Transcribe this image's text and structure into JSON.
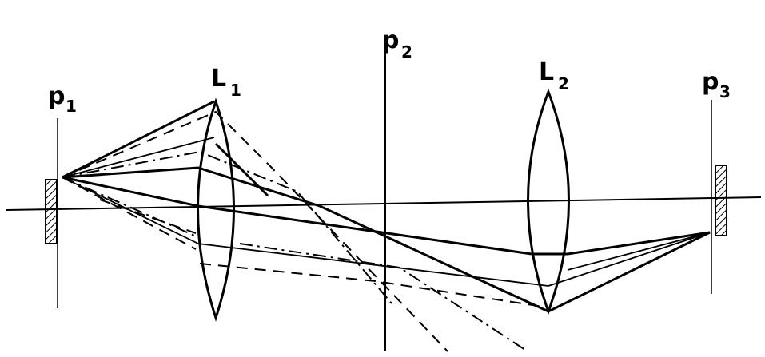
{
  "labels": {
    "p1": {
      "main": "p",
      "sub": "1"
    },
    "p2": {
      "main": "p",
      "sub": "2"
    },
    "p3": {
      "main": "p",
      "sub": "3"
    },
    "l1": {
      "main": "L",
      "sub": "1"
    },
    "l2": {
      "main": "L",
      "sub": "2"
    }
  },
  "colors": {
    "ink": "#000000",
    "background": "#ffffff"
  }
}
